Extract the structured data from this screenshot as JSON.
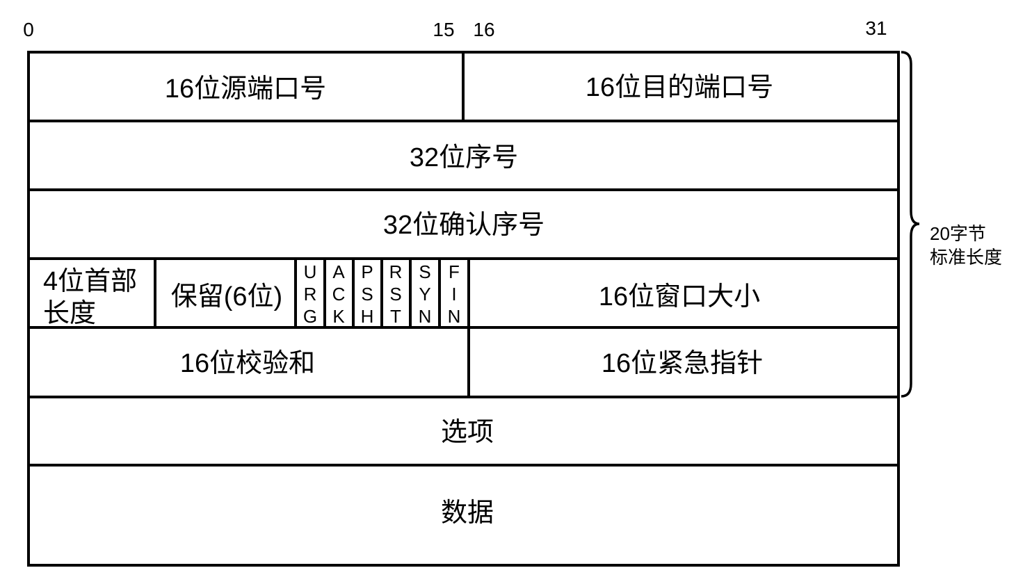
{
  "bit_labels": {
    "start": "0",
    "mid_end": "15",
    "mid_start": "16",
    "end": "31"
  },
  "fields": {
    "source_port": "16位源端口号",
    "dest_port": "16位目的端口号",
    "sequence_number": "32位序号",
    "ack_number": "32位确认序号",
    "header_length_line1": "4位首部",
    "header_length_line2": "长度",
    "reserved": "保留(6位)",
    "window_size": "16位窗口大小",
    "checksum": "16位校验和",
    "urgent_pointer": "16位紧急指针",
    "options": "选项",
    "data": "数据"
  },
  "flags": [
    {
      "name": "URG",
      "letters": [
        "U",
        "R",
        "G"
      ]
    },
    {
      "name": "ACK",
      "letters": [
        "A",
        "C",
        "K"
      ]
    },
    {
      "name": "PSH",
      "letters": [
        "P",
        "S",
        "H"
      ]
    },
    {
      "name": "RST",
      "letters": [
        "R",
        "S",
        "T"
      ]
    },
    {
      "name": "SYN",
      "letters": [
        "S",
        "Y",
        "N"
      ]
    },
    {
      "name": "FIN",
      "letters": [
        "F",
        "I",
        "N"
      ]
    }
  ],
  "brace_label": {
    "line1": "20字节",
    "line2": "标准长度"
  }
}
